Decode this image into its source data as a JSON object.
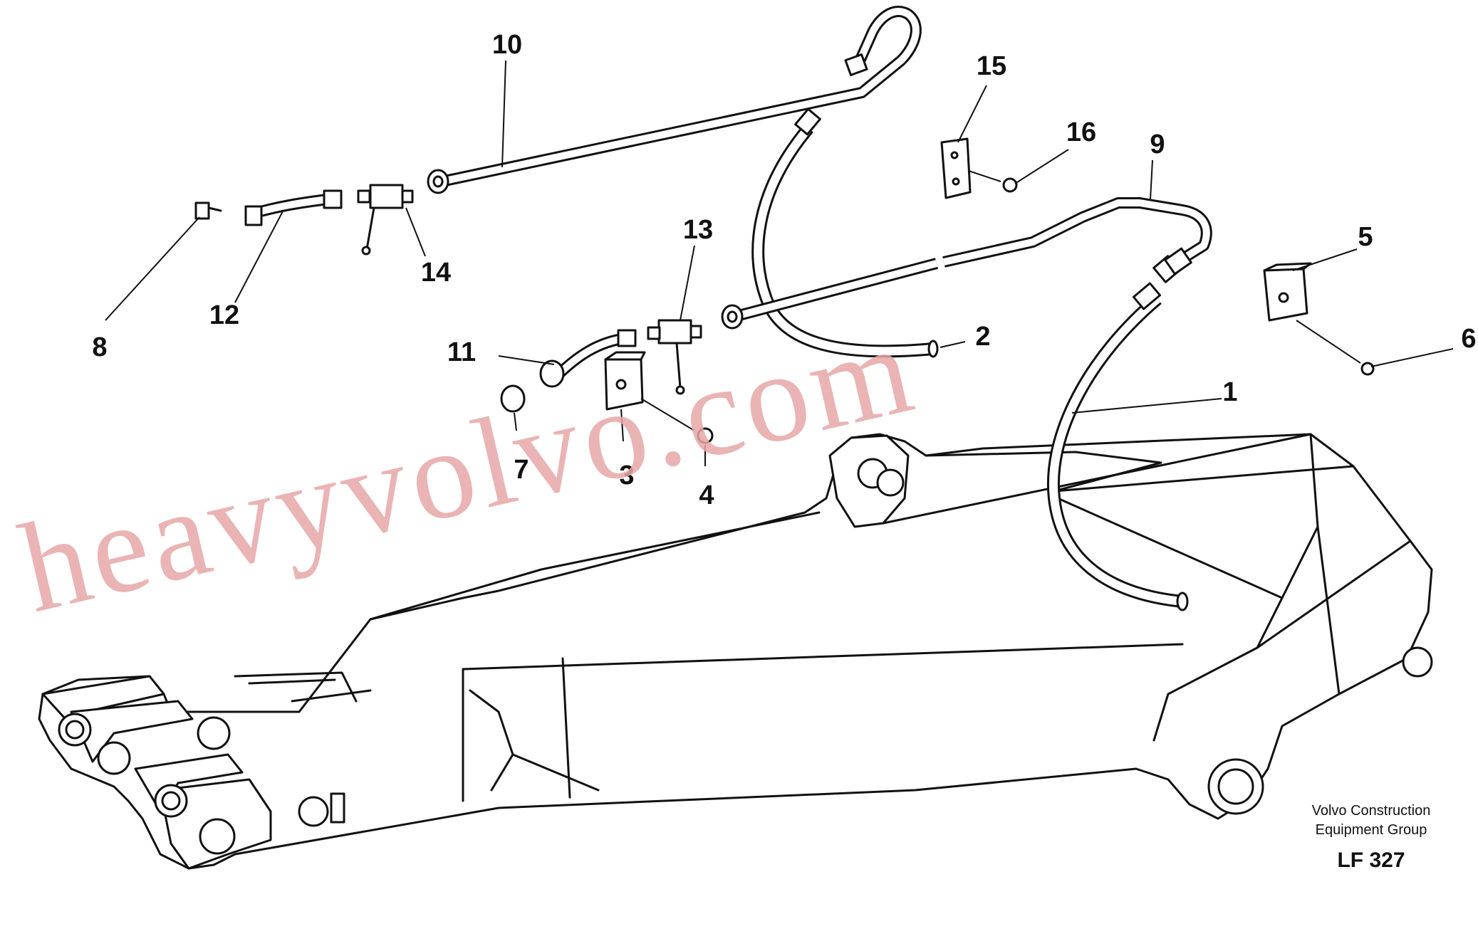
{
  "callouts": [
    {
      "id": "c1",
      "label": "1"
    },
    {
      "id": "c2",
      "label": "2"
    },
    {
      "id": "c3",
      "label": "3"
    },
    {
      "id": "c4",
      "label": "4"
    },
    {
      "id": "c5",
      "label": "5"
    },
    {
      "id": "c6",
      "label": "6"
    },
    {
      "id": "c7",
      "label": "7"
    },
    {
      "id": "c8",
      "label": "8"
    },
    {
      "id": "c9",
      "label": "9"
    },
    {
      "id": "c10",
      "label": "10"
    },
    {
      "id": "c11",
      "label": "11"
    },
    {
      "id": "c12",
      "label": "12"
    },
    {
      "id": "c13",
      "label": "13"
    },
    {
      "id": "c14",
      "label": "14"
    },
    {
      "id": "c15",
      "label": "15"
    },
    {
      "id": "c16",
      "label": "16"
    }
  ],
  "watermark": "heavyvolvo.com",
  "credit": {
    "line1": "Volvo Construction",
    "line2": "Equipment Group"
  },
  "drawing_code": "LF 327",
  "colors": {
    "ink": "#111111",
    "watermark": "#e7a8a8",
    "background": "#ffffff"
  }
}
